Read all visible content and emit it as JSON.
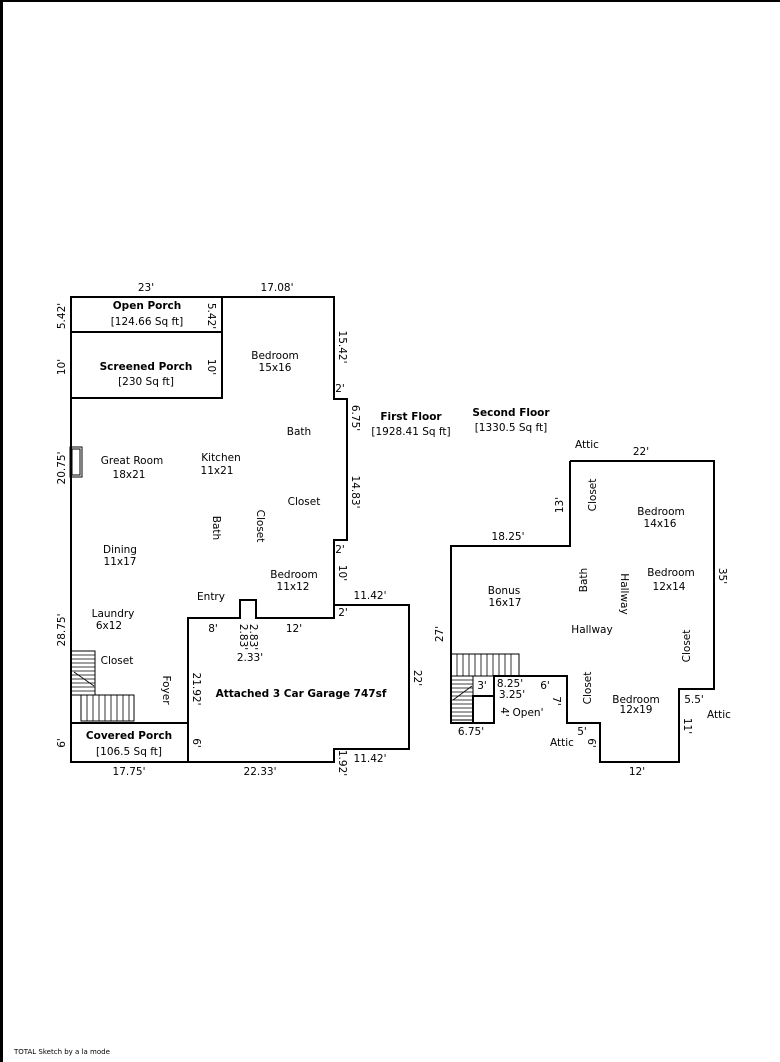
{
  "first_floor": {
    "title": "First Floor",
    "area": "[1928.41 Sq ft]",
    "rooms": {
      "open_porch": {
        "name": "Open Porch",
        "area": "[124.66 Sq ft]"
      },
      "screened_porch": {
        "name": "Screened Porch",
        "area": "[230 Sq ft]"
      },
      "bedroom_1": {
        "name": "Bedroom",
        "size": "15x16"
      },
      "bath_1": {
        "name": "Bath"
      },
      "great_room": {
        "name": "Great Room",
        "size": "18x21"
      },
      "kitchen": {
        "name": "Kitchen",
        "size": "11x21"
      },
      "closet_1": {
        "name": "Closet"
      },
      "bath_2": {
        "name": "Bath"
      },
      "closet_2": {
        "name": "Closet"
      },
      "dining": {
        "name": "Dining",
        "size": "11x17"
      },
      "bedroom_2": {
        "name": "Bedroom",
        "size": "11x12"
      },
      "entry": {
        "name": "Entry"
      },
      "laundry": {
        "name": "Laundry",
        "size": "6x12"
      },
      "closet_3": {
        "name": "Closet"
      },
      "foyer": {
        "name": "Foyer"
      },
      "garage": {
        "name": "Attached 3 Car Garage 747sf"
      },
      "covered_porch": {
        "name": "Covered Porch",
        "area": "[106.5 Sq ft]"
      }
    },
    "dims": {
      "top_left": "23'",
      "top_right": "17.08'",
      "open_porch_left": "5.42'",
      "open_porch_right": "5.42'",
      "screened_left": "10'",
      "screened_right": "10'",
      "bed_right": "15.42'",
      "jog_a": "2'",
      "bath_right": "6.75'",
      "mid_right": "14.83'",
      "jog_b": "2'",
      "bed2_right": "10'",
      "jog_c": "2'",
      "garage_top": "11.42'",
      "garage_right": "22'",
      "garage_bottom_right": "11.42'",
      "garage_jog": "1.92'",
      "garage_bottom": "22.33'",
      "great_left": "20.75'",
      "laundry_left": "28.75'",
      "covered_left": "6'",
      "covered_right": "6'",
      "covered_bottom": "17.75'",
      "foyer_wall": "21.92'",
      "entry_8": "8'",
      "entry_12": "12'",
      "bump_a": "2.83'",
      "bump_b": "2.83'",
      "bump_c": "2.33'"
    }
  },
  "second_floor": {
    "title": "Second Floor",
    "area": "[1330.5 Sq ft]",
    "rooms": {
      "closet_a": {
        "name": "Closet"
      },
      "bedroom_a": {
        "name": "Bedroom",
        "size": "14x16"
      },
      "bedroom_b": {
        "name": "Bedroom",
        "size": "12x14"
      },
      "bonus": {
        "name": "Bonus",
        "size": "16x17"
      },
      "bath": {
        "name": "Bath"
      },
      "hallway_v": {
        "name": "Hallway"
      },
      "hallway_h": {
        "name": "Hallway"
      },
      "closet_b": {
        "name": "Closet"
      },
      "closet_c": {
        "name": "Closet"
      },
      "bedroom_c": {
        "name": "Bedroom",
        "size": "12x19"
      },
      "open": {
        "name": "Open'"
      },
      "attic_top": {
        "name": "Attic"
      },
      "attic_right": {
        "name": "Attic"
      },
      "attic_bottom": {
        "name": "Attic"
      }
    },
    "dims": {
      "top": "22'",
      "right": "35'",
      "left_jog": "13'",
      "top_left": "18.25'",
      "left": "27'",
      "bottom_left": "6.75'",
      "stair_3": "3'",
      "stair_825": "8.25'",
      "stair_325": "3.25'",
      "d6": "6'",
      "d7": "7'",
      "d4": "4'",
      "d5": "5'",
      "d6b": "6'",
      "bottom": "12'",
      "d55": "5.5'",
      "d11": "11'"
    }
  },
  "footer": "TOTAL Sketch by a la mode"
}
